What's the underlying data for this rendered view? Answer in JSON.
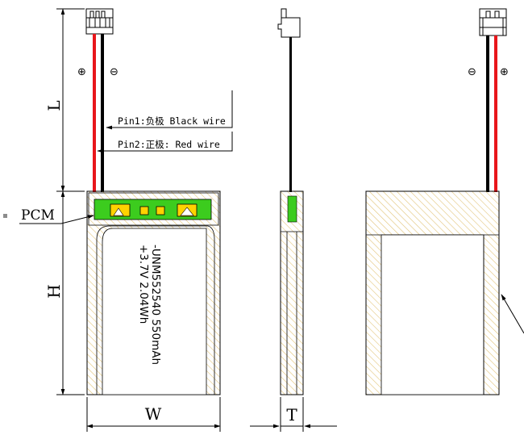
{
  "dimensions": {
    "length": "L",
    "height": "H",
    "width": "W",
    "thickness": "T"
  },
  "polarity": {
    "positive": "⊕",
    "negative": "⊖"
  },
  "pins": {
    "pin1": "Pin1:负极 Black wire",
    "pin2": "Pin2:正极: Red wire"
  },
  "pcm_label": "PCM",
  "cell": {
    "model": "-UNM552540 550mAh",
    "spec": "+3.7V 2.04Wh"
  },
  "colors": {
    "red_wire": "#e8161b",
    "black_wire": "#000000",
    "pcm_board": "#3ccc1e",
    "pad": "#ffd200",
    "hatch": "#e2c47a",
    "marker": "#8c8c8c"
  }
}
